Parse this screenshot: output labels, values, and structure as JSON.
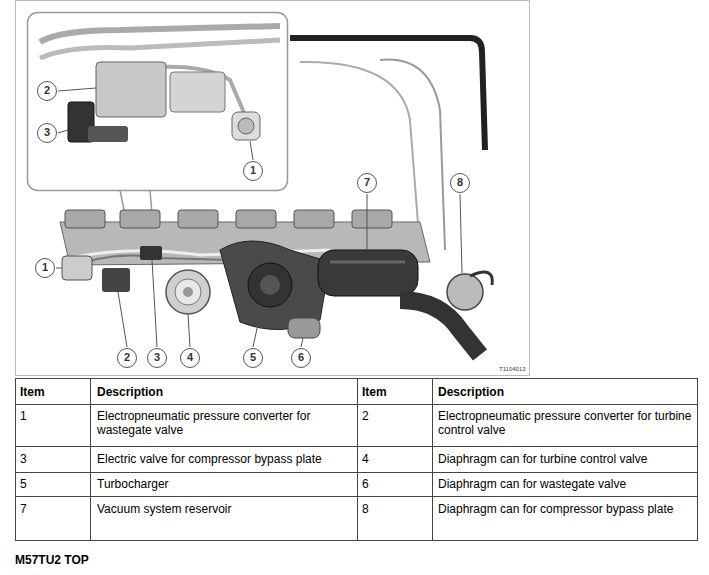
{
  "diagram": {
    "labels": [
      "2",
      "3",
      "1",
      "7",
      "8",
      "1",
      "2",
      "3",
      "4",
      "5",
      "6",
      "T1104013",
      "Item",
      "Description",
      "Item",
      "Description",
      "1",
      "Electropneumatic pressure converter for wastegate valve",
      "2",
      "Electropneumatic pressure converter for turbine control valve",
      "3",
      "Electric valve for compressor bypass plate",
      "4",
      "Diaphragm can for turbine control valve",
      "5",
      "Turbocharger",
      "6",
      "Diaphragm can for wastegate valve",
      "7",
      "Vacuum system reservoir",
      "8",
      "Diaphragm can for compressor bypass plate",
      "M57TU2 TOP"
    ]
  }
}
